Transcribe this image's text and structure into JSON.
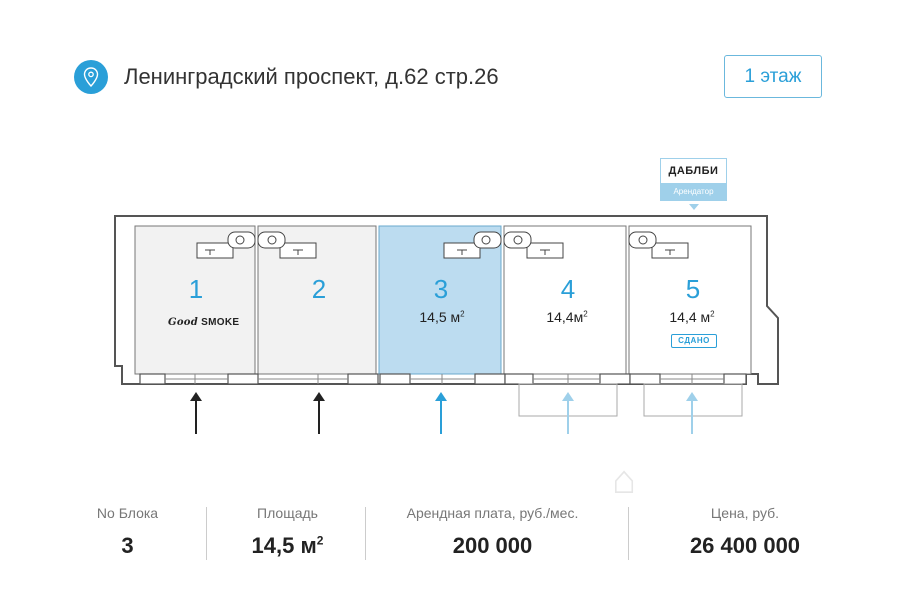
{
  "header": {
    "address": "Ленинградский проспект, д.62 стр.26",
    "floor_label": "1 этаж",
    "location_icon": "map-pin-icon"
  },
  "tenant_tag": {
    "name": "ДАБЛБИ",
    "role": "Арендатор"
  },
  "units": [
    {
      "number": "1",
      "area": "",
      "brand": {
        "script": "Good",
        "text": "SMOKE"
      },
      "selected": false,
      "entrance": "black"
    },
    {
      "number": "2",
      "area": "",
      "selected": false,
      "entrance": "black"
    },
    {
      "number": "3",
      "area": "14,5 м",
      "area_sup": "2",
      "selected": true,
      "entrance": "blue"
    },
    {
      "number": "4",
      "area": "14,4м",
      "area_sup": "2",
      "selected": false,
      "entrance": "lightblue"
    },
    {
      "number": "5",
      "area": "14,4 м",
      "area_sup": "2",
      "status": "СДАНО",
      "selected": false,
      "entrance": "lightblue"
    }
  ],
  "stats": {
    "block": {
      "label": "No Блока",
      "value": "3"
    },
    "area": {
      "label": "Площадь",
      "value": "14,5 м",
      "sup": "2"
    },
    "rent": {
      "label": "Арендная плата, руб./мес.",
      "value": "200 000"
    },
    "price": {
      "label": "Цена, руб.",
      "value": "26 400 000"
    }
  },
  "colors": {
    "accent": "#2a9fd8",
    "selected_fill": "#bcdcf0",
    "occupied_fill": "#f2f2f2",
    "wall": "#555555",
    "light_entrance": "#9fd0ea"
  }
}
